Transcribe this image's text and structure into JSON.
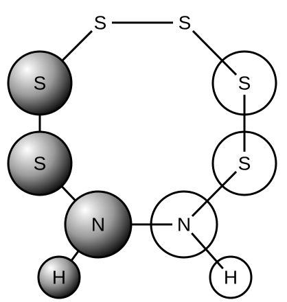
{
  "molecule": {
    "atoms": [
      {
        "id": "s-top-left",
        "symbol": "S",
        "style": "plain"
      },
      {
        "id": "s-top-right",
        "symbol": "S",
        "style": "plain"
      },
      {
        "id": "s-left-1",
        "symbol": "S",
        "style": "shaded"
      },
      {
        "id": "s-left-2",
        "symbol": "S",
        "style": "shaded"
      },
      {
        "id": "n-left",
        "symbol": "N",
        "style": "shaded"
      },
      {
        "id": "h-left",
        "symbol": "H",
        "style": "shaded"
      },
      {
        "id": "s-right-1",
        "symbol": "S",
        "style": "outline"
      },
      {
        "id": "s-right-2",
        "symbol": "S",
        "style": "outline"
      },
      {
        "id": "n-right",
        "symbol": "N",
        "style": "outline"
      },
      {
        "id": "h-right",
        "symbol": "H",
        "style": "outline"
      }
    ],
    "bonds": [
      [
        "s-top-left",
        "s-top-right"
      ],
      [
        "s-top-left",
        "s-left-1"
      ],
      [
        "s-left-1",
        "s-left-2"
      ],
      [
        "s-left-2",
        "n-left"
      ],
      [
        "n-left",
        "h-left"
      ],
      [
        "n-left",
        "n-right"
      ],
      [
        "n-right",
        "h-right"
      ],
      [
        "n-right",
        "s-right-2"
      ],
      [
        "s-right-2",
        "s-right-1"
      ],
      [
        "s-right-1",
        "s-top-right"
      ]
    ],
    "colors": {
      "stroke": "#000000",
      "outline_fill": "#ffffff",
      "shade_light": "#ffffff",
      "shade_mid": "#9a9a9a",
      "shade_dark": "#101010"
    }
  }
}
